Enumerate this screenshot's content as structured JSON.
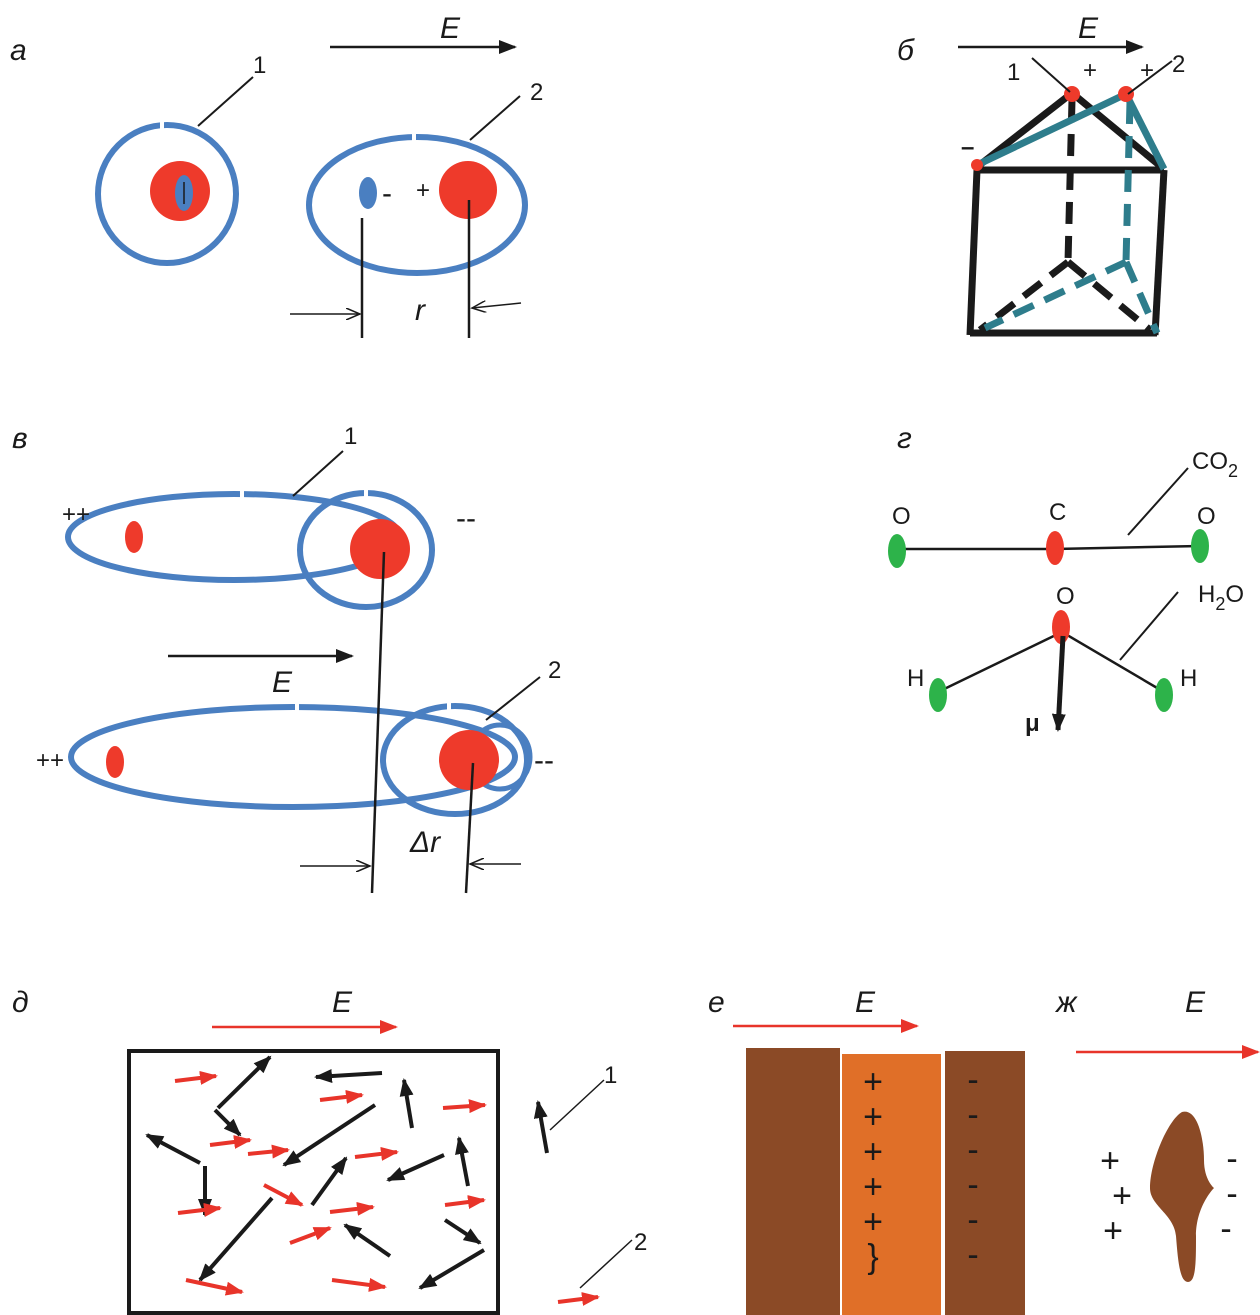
{
  "colors": {
    "blue_orbit": "#4a7fc1",
    "nucleus_red": "#ee3a2b",
    "teal": "#2e7d8c",
    "green_atom": "#2db34a",
    "red_arrow": "#e8342a",
    "brown": "#8b4a26",
    "orange": "#e06f28",
    "black": "#1a1a1a"
  },
  "panel_a": {
    "letter": "а",
    "field": "E",
    "callout_1": "1",
    "callout_2": "2",
    "minus": "-",
    "plus": "+",
    "distance": "r"
  },
  "panel_b": {
    "letter": "б",
    "field": "E",
    "callout_1": "1",
    "callout_2": "2",
    "plus": "+",
    "minus": "–"
  },
  "panel_v": {
    "letter": "в",
    "field": "E",
    "callout_1": "1",
    "callout_2": "2",
    "plus": "++",
    "minus": "--",
    "distance": "Δr"
  },
  "panel_g": {
    "letter": "г",
    "co2_label_main": "CO",
    "co2_label_sub": "2",
    "h2o_label_main": "H",
    "h2o_label_sub": "2",
    "h2o_label_tail": "O",
    "o_left": "O",
    "c_center": "C",
    "o_right": "O",
    "o_water": "O",
    "h_left": "H",
    "h_right": "H",
    "dipole": "μ"
  },
  "panel_d": {
    "letter": "д",
    "field": "E",
    "callout_1": "1",
    "callout_2": "2"
  },
  "panel_e": {
    "letter": "е",
    "field": "E",
    "plus_signs": [
      "+",
      "+",
      "+",
      "+",
      "+",
      "}"
    ],
    "minus_signs": [
      "-",
      "-",
      "-",
      "-",
      "-",
      "-"
    ]
  },
  "panel_zh": {
    "letter": "ж",
    "field": "E",
    "plus_signs": [
      "+",
      "+",
      "+"
    ],
    "minus_signs": [
      "-",
      "-",
      "-"
    ]
  }
}
